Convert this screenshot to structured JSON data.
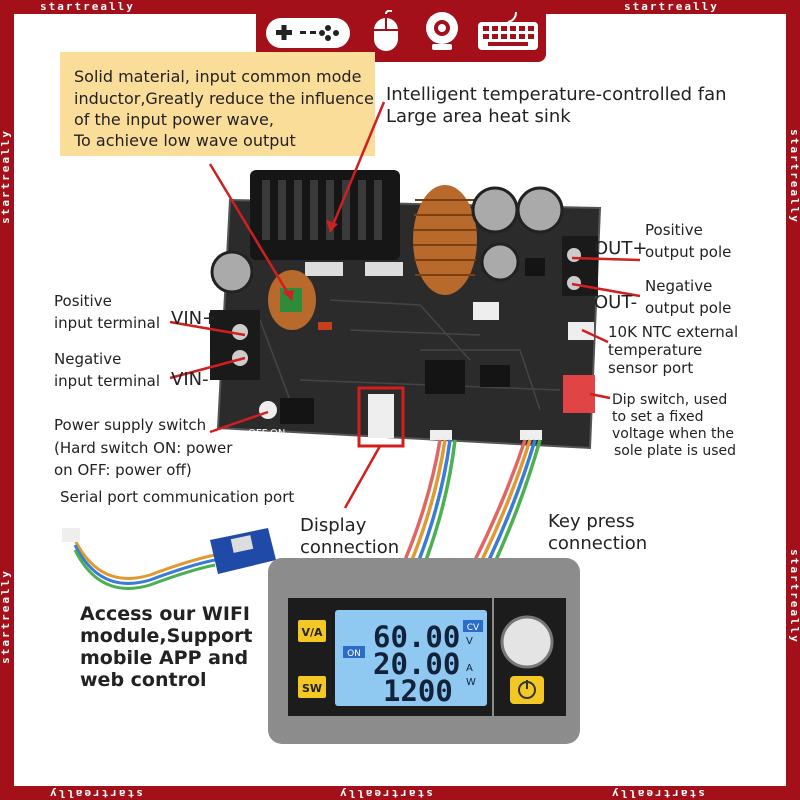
{
  "watermark": "startreally",
  "icons": [
    "gamepad-icon",
    "mouse-icon",
    "webcam-icon",
    "keyboard-icon"
  ],
  "callout_note": {
    "lines": [
      "Solid material, input common mode",
      "inductor,Greatly reduce the influence",
      "of the input power wave,",
      "To achieve low wave output"
    ],
    "bg_color": "#fbdd9a"
  },
  "fan_label": [
    "Intelligent temperature-controlled fan",
    "Large area heat sink"
  ],
  "left_labels": {
    "pos_input": [
      "Positive",
      "input terminal"
    ],
    "neg_input": [
      "Negative",
      "input terminal"
    ],
    "power_switch": [
      "Power supply switch",
      "(Hard switch ON: power",
      "on OFF: power off)"
    ],
    "serial_port": "Serial port communication port"
  },
  "board_marks": {
    "vin_plus": "VIN+",
    "vin_minus": "VIN-",
    "out_plus": "OUT+",
    "out_minus": "OUT-",
    "off": "OFF",
    "on": "ON"
  },
  "right_labels": {
    "pos_output": [
      "Positive",
      "output pole"
    ],
    "neg_output": [
      "Negative",
      "output pole"
    ],
    "ntc": [
      "10K NTC external",
      "temperature",
      "sensor port"
    ],
    "dip": [
      "Dip switch, used",
      "to set a fixed",
      "voltage when the",
      "sole plate is used"
    ]
  },
  "connections": {
    "display": [
      "Display",
      "connection"
    ],
    "keypress": [
      "Key press",
      "connection"
    ]
  },
  "wifi_label": [
    "Access our WIFI",
    "module,Support",
    "mobile APP and",
    "web control"
  ],
  "display_panel": {
    "btn_va": "V/A",
    "btn_sw": "SW",
    "on_badge": "ON",
    "cv_badge": "CV",
    "voltage": "60.00",
    "current": "20.00",
    "power": "1200",
    "unit_v": "V",
    "unit_a": "A",
    "unit_w": "W"
  },
  "colors": {
    "frame": "#a3101a",
    "board": "#2b2b2b",
    "lcd": "#8fc9f2",
    "button_yellow": "#f3c824",
    "callout_line": "#d11f1f"
  }
}
